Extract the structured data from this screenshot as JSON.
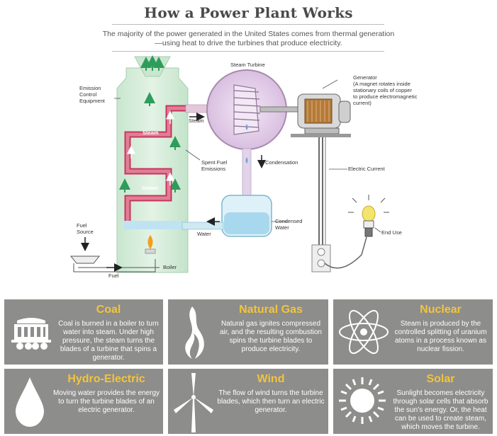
{
  "header": {
    "title": "How a Power Plant Works",
    "subtitle": "The majority of the power generated in the United States comes from thermal generation—using heat to drive the turbines that produce electricity."
  },
  "diagram": {
    "emission": "Emission Control Equipment",
    "steam_turbine": "Steam Turbine",
    "generator_title": "Generator",
    "generator_desc": "(A magnet rotates inside stationary coils of copper to produce electromagnetic current)",
    "steam_arrow": "Steam",
    "steam_pipe_1": "Steam",
    "steam_pipe_2": "Steam",
    "spent_fuel": "Spent Fuel Emissions",
    "condensation": "Condensation",
    "electric_current": "Electric Current",
    "condensed_water": "Condensed Water",
    "water": "Water",
    "fuel_source": "Fuel Source",
    "boiler": "Boiler",
    "fuel": "Fuel",
    "end_use": "End Use"
  },
  "panels": [
    {
      "title": "Coal",
      "text": "Coal is burned in a boiler to turn water into steam. Under high pressure, the steam turns the blades of a turbine that spins a generator.",
      "icon": "coal-car-icon"
    },
    {
      "title": "Natural Gas",
      "text": "Natural gas ignites compressed air, and the resulting combustion spins the turbine blades to produce electricity.",
      "icon": "flame-icon"
    },
    {
      "title": "Nuclear",
      "text": "Steam is produced by the controlled splitting of uranium atoms in a process known as nuclear fission.",
      "icon": "atom-icon"
    },
    {
      "title": "Hydro-Electric",
      "text": "Moving water provides the energy to turn the turbine blades of an electric generator.",
      "icon": "water-drop-icon"
    },
    {
      "title": "Wind",
      "text": "The flow of wind turns the turbine blades, which then turn an electric generator.",
      "icon": "wind-turbine-icon"
    },
    {
      "title": "Solar",
      "text": "Sunlight becomes electricity through solar cells that absorb the sun’s energy. Or, the heat can be used to create steam, which moves the turbine.",
      "icon": "sun-icon"
    }
  ]
}
